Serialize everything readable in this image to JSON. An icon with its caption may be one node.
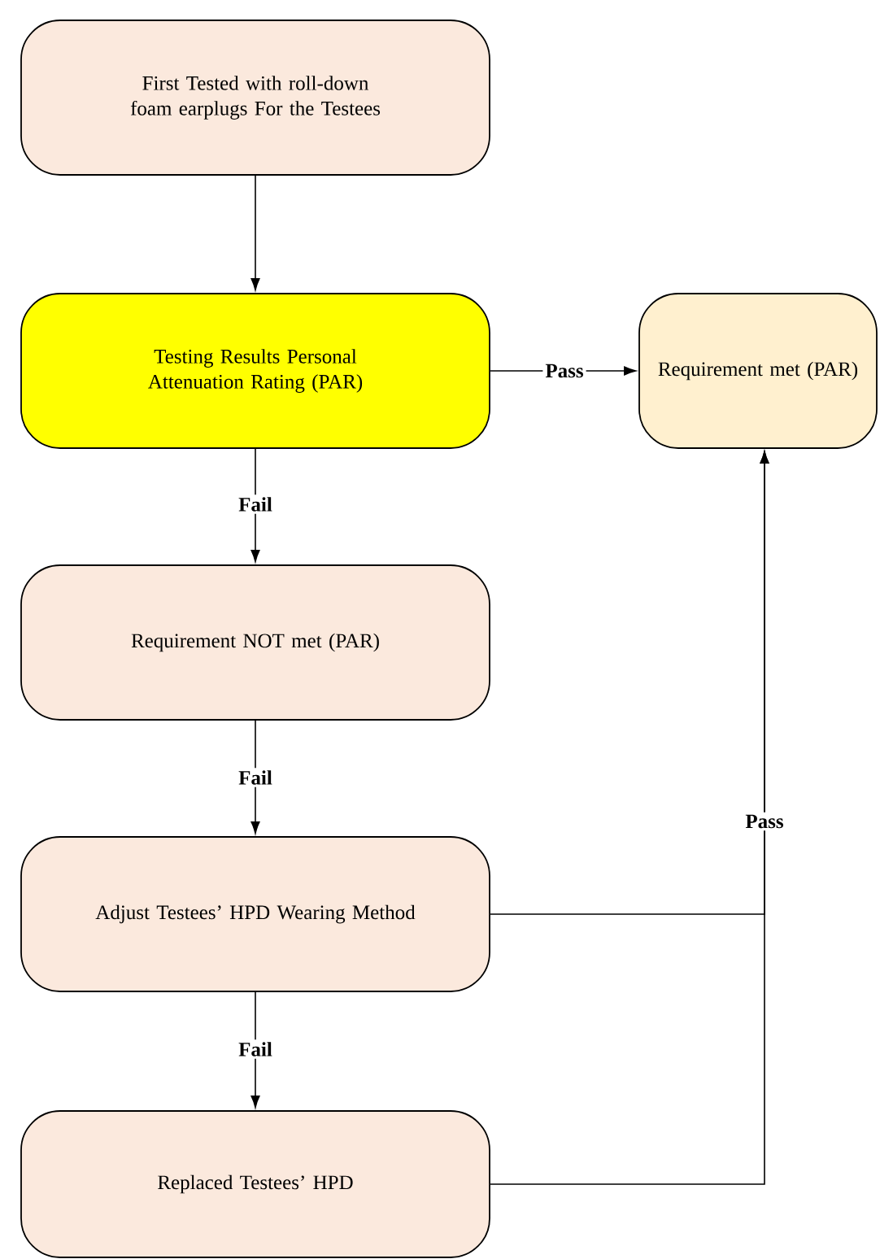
{
  "diagram": {
    "nodes": [
      {
        "text": [
          "First Tested with roll-down foam earplugs For the Testees"
        ]
      },
      {
        "text": [
          "Testing Results Personal Attenuation Rating (PAR)"
        ]
      },
      {
        "text": [
          "Requirement met (PAR)"
        ]
      },
      {
        "text": [
          "Requirement NOT met (PAR)"
        ]
      },
      {
        "text": [
          "Adjust Testees’ HPD Wearing Method"
        ]
      },
      {
        "text": [
          "Replaced Testees’ HPD"
        ]
      }
    ],
    "edges": [
      {
        "from": 0,
        "to": 1,
        "arrow": "to"
      },
      {
        "from": 1,
        "to": 2,
        "arrow": "to",
        "label": "Pass"
      },
      {
        "from": 1,
        "to": 3,
        "arrow": "to",
        "label": "Fail"
      },
      {
        "from": 3,
        "to": 4,
        "arrow": "to",
        "label": "Fail"
      },
      {
        "from": 4,
        "to": 5,
        "arrow": "to",
        "label": "Fail"
      },
      {
        "from": 4,
        "to": 2,
        "arrow": "to",
        "label": "Pass"
      },
      {
        "from": 5,
        "to": 2,
        "arrow": "to"
      }
    ]
  }
}
